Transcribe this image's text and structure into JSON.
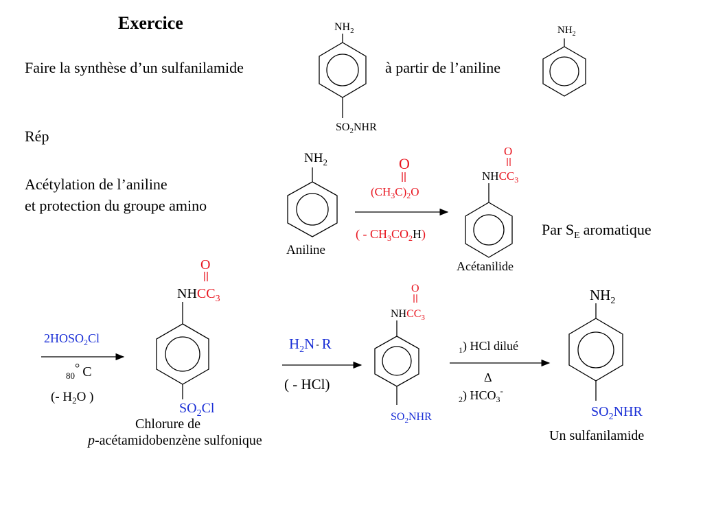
{
  "title": "Exercice",
  "question": {
    "line_start": "Faire la synthèse d’un sulfanilamide",
    "line_end": "à partir de l’aniline"
  },
  "answer_label": "Rép",
  "step1": {
    "line1": "Acétylation de l’aniline",
    "line2": "et protection du groupe amino"
  },
  "substituents": {
    "nh2": "NH",
    "sub2": "2",
    "so2": "SO",
    "nhr": "NHR",
    "so2cl_tail": "Cl",
    "nh": "NH",
    "acetyl_c": "CC",
    "sub3": "3",
    "oxygen": "O"
  },
  "labels": {
    "aniline": "Aniline",
    "acetanilide": "Acétanilide",
    "chlorure_line1": "Chlorure de",
    "chlorure_p": "p",
    "chlorure_line2": "-acétamidobenzène sulfonique",
    "sulfanilamide": "Un sulfanilamide"
  },
  "reagents": {
    "r1_top_pre": "(CH",
    "r1_top_sub": "3",
    "r1_top_mid": "C)",
    "r1_top_sub2": "2",
    "r1_top_post": "O",
    "r1_bottom_pre": "( - CH",
    "r1_bottom_sub": "3",
    "r1_bottom_mid": "CO",
    "r1_bottom_sub2": "2",
    "r1_bottom_post": "H",
    "r1_bottom_close": ")",
    "r2_top_num": "2",
    "r2_top_pre": "HOSO",
    "r2_top_sub": "2",
    "r2_top_post": "Cl",
    "r2_temp_sub": "80",
    "r2_temp_deg": "°",
    "r2_temp_unit": "C",
    "r2_water_pre": "(- H",
    "r2_water_sub": "2",
    "r2_water_post": "O )",
    "r3_top_pre": "H",
    "r3_top_sub": "2",
    "r3_top_n": "N",
    "r3_top_dash": "-",
    "r3_top_r": "R",
    "r3_bottom": "( - HCl)",
    "r4_step1_num": "1",
    "r4_step1": ") HCl dilué",
    "r4_delta": "Δ",
    "r4_step2_num": "2",
    "r4_step2_pre": ") HCO",
    "r4_step2_sub": "3",
    "r4_step2_sup": "-"
  },
  "mechanism": {
    "pre": "Par S",
    "sub": "E",
    "post": "aromatique"
  },
  "colors": {
    "text": "#000000",
    "acetyl_red": "#e8141e",
    "reagent_blue": "#1a2fd6"
  }
}
